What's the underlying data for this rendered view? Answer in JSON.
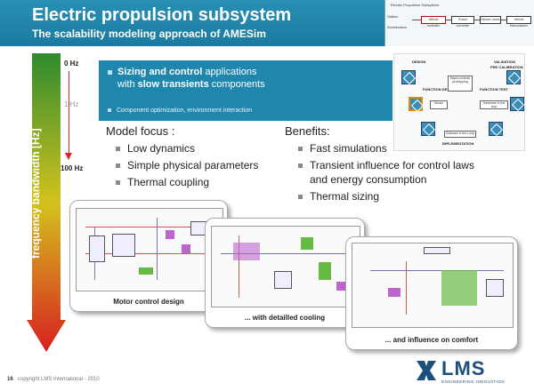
{
  "header": {
    "title": "Electric propulsion subsystem",
    "subtitle": "The scalability modeling approach of AMESim",
    "diagram_label": "Electric Propulsion Subsystem",
    "diagram_inputs": [
      "Statics",
      "Acceleration"
    ],
    "diagram_boxes": [
      "Vehicle controller",
      "Power converter",
      "Electric motor",
      "Vehicle transmission"
    ]
  },
  "frequency": {
    "axis_label": "frequency bandwidth [Hz]",
    "top": "0 Hz",
    "mid": "1 Hz",
    "bottom": "100 Hz"
  },
  "blue_box": {
    "line1_bold": "Sizing and control",
    "line1_rest": " applications",
    "line2_pre": "with ",
    "line2_bold": "slow transients",
    "line2_rest": " components",
    "small": "Component optimization, environment interaction"
  },
  "v_diagram": {
    "design": "DESIGN",
    "validation": "VALIDATION",
    "pre_calibration": "PRE CALIBRATION",
    "implementation": "IMPLEMENTATION",
    "function_design": "FUNCTION DESIGN",
    "function_test": "FUNCTION TEST",
    "rapid_prototype": "Rapid controls prototyping",
    "hil": "Hardware in the loop",
    "sil": "Software in the Loop",
    "model": "Model"
  },
  "model_focus": {
    "heading": "Model focus :",
    "items": [
      "Low dynamics",
      "Simple physical parameters",
      "Thermal coupling"
    ]
  },
  "benefits": {
    "heading": "Benefits:",
    "items": [
      "Fast simulations",
      "Transient influence for control laws",
      "and energy consumption",
      "Thermal sizing"
    ]
  },
  "thumbnails": [
    {
      "caption": "Motor control design"
    },
    {
      "caption": "... with detailled cooling"
    },
    {
      "caption": "... and influence on comfort"
    }
  ],
  "footer": {
    "page": "16",
    "copyright": "copyright LMS International - 2010"
  },
  "logo": {
    "name": "LMS",
    "tagline": "ENGINEERING INNOVATION"
  },
  "colors": {
    "header": "#1f86ae",
    "arrow_top": "#2e8b2e",
    "arrow_mid": "#d4c21e",
    "arrow_bottom": "#d72020",
    "logo": "#1d4f7c"
  }
}
